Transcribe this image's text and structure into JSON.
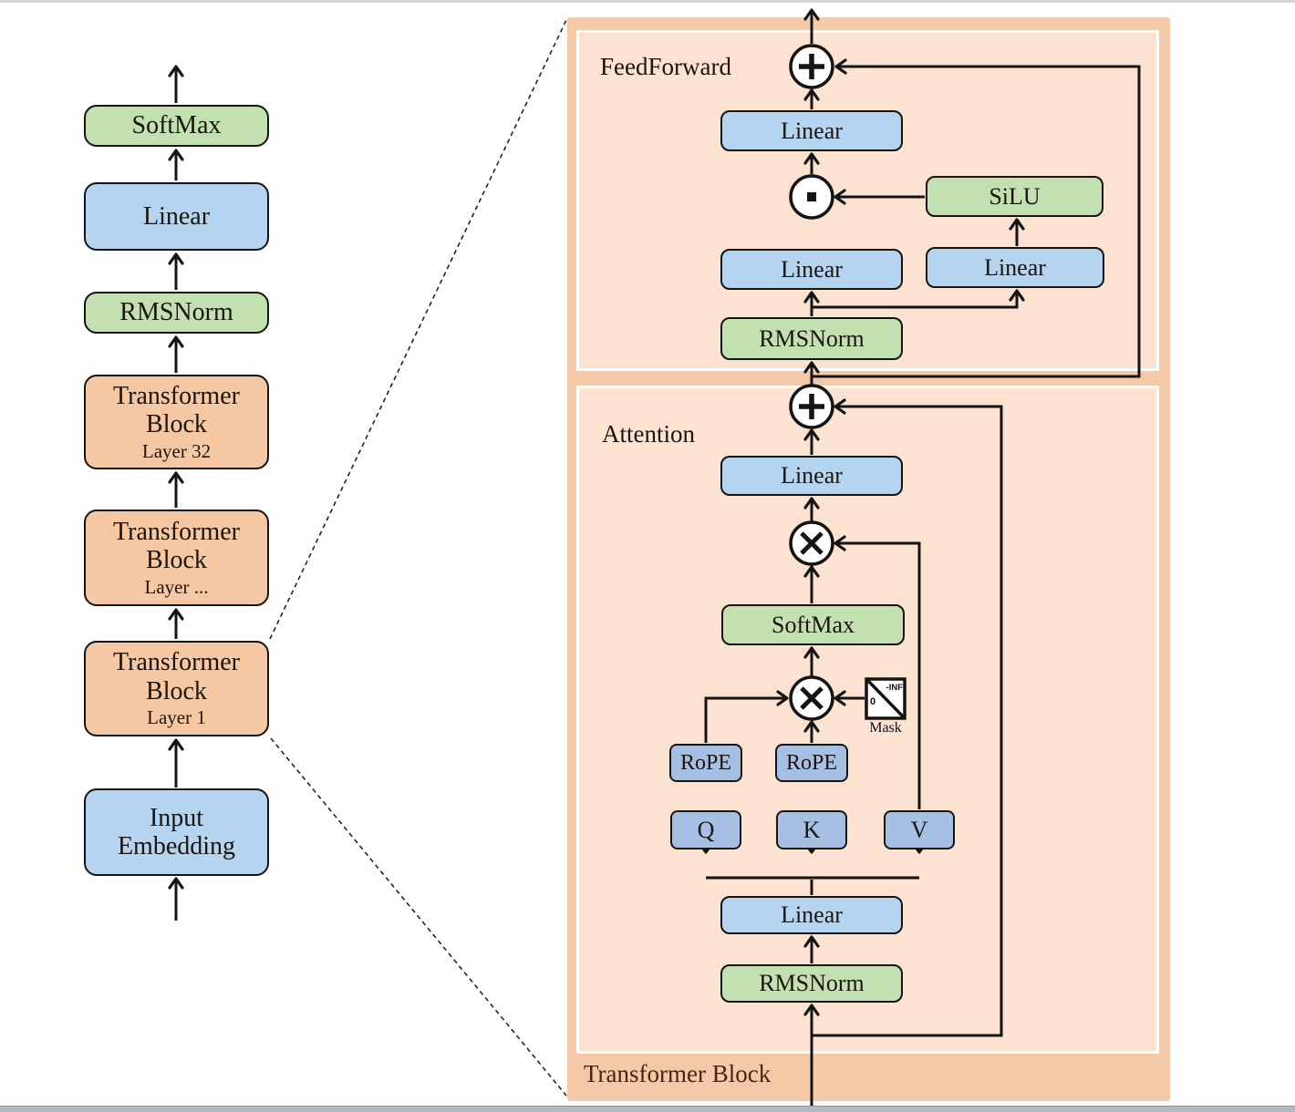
{
  "palette": {
    "box_blue": "#b5d4ef",
    "box_periwinkle": "#a6c0e4",
    "box_green": "#c3e0b1",
    "box_orange": "#f5c7a2",
    "panel_outer_peach": "#f3c9a7",
    "panel_inner_peach": "#fbe2d1",
    "line_black": "#141414",
    "panel_title_maroon": "#4a2413"
  },
  "left_column": {
    "blocks": [
      {
        "label": "SoftMax"
      },
      {
        "label": "Linear"
      },
      {
        "label": "RMSNorm"
      },
      {
        "line1": "Transformer",
        "line2": "Block",
        "sub": "Layer 32"
      },
      {
        "line1": "Transformer",
        "line2": "Block",
        "sub": "Layer ..."
      },
      {
        "line1": "Transformer",
        "line2": "Block",
        "sub": "Layer 1"
      },
      {
        "line1": "Input",
        "line2": "Embedding"
      }
    ]
  },
  "panel": {
    "title": "Transformer Block",
    "feedforward": {
      "title": "FeedForward",
      "out_linear": "Linear",
      "silu": "SiLU",
      "gate_linear": "Linear",
      "up_linear": "Linear",
      "rmsnorm": "RMSNorm",
      "add_node_icon": "plus-in-circle",
      "product_node_icon": "dot-in-circle"
    },
    "attention": {
      "title": "Attention",
      "out_linear": "Linear",
      "softmax": "SoftMax",
      "rope_q": "RoPE",
      "rope_k": "RoPE",
      "q": "Q",
      "k": "K",
      "v": "V",
      "qkv_linear": "Linear",
      "rmsnorm": "RMSNorm",
      "add_node_icon": "plus-in-circle",
      "matmul_node_icon": "cross-in-circle",
      "mask": {
        "label": "Mask",
        "top_right": "-INF",
        "bottom_left": "0"
      }
    }
  }
}
